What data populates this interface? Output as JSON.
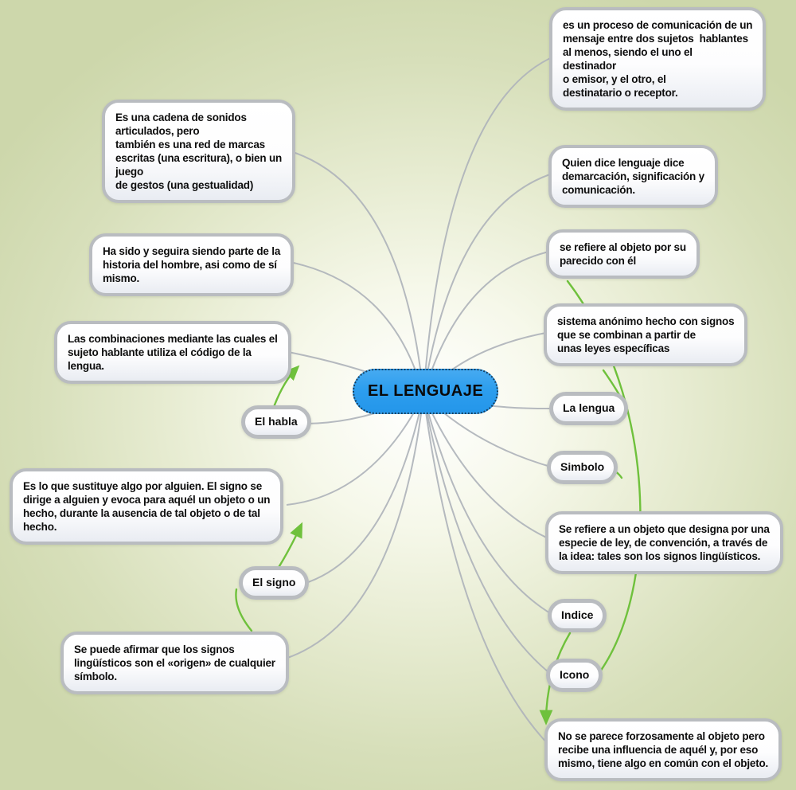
{
  "title": "EL LENGUAJE",
  "center": {
    "label": "EL LENGUAJE"
  },
  "nodes": {
    "left": [
      {
        "id": "def-cadena-sonidos",
        "text": "Es una cadena de sonidos\narticulados, pero\ntambién es una red de marcas\nescritas (una escritura), o bien un\njuego\nde gestos (una gestualidad)"
      },
      {
        "id": "def-historia-hombre",
        "text": "Ha sido y seguira siendo parte de la\nhistoria del hombre, asi como de sí\nmismo."
      },
      {
        "id": "def-combinaciones",
        "text": "Las combinaciones mediante las cuales el\nsujeto hablante utiliza el código de la\nlengua."
      },
      {
        "id": "el-habla",
        "text": "El habla"
      },
      {
        "id": "def-sustituye",
        "text": "Es lo que sustituye algo por alguien. El signo se\ndirige a alguien y evoca para aquél un objeto o un\nhecho, durante la ausencia de tal objeto o de tal\nhecho."
      },
      {
        "id": "el-signo",
        "text": "El signo"
      },
      {
        "id": "def-origen-simbolo",
        "text": "Se puede afirmar que los signos\nlingüísticos son el «origen» de cualquier\nsímbolo."
      }
    ],
    "right": [
      {
        "id": "def-proceso-comunicacion",
        "text": "es un proceso de comunicación de un\nmensaje entre dos sujetos  hablantes\nal menos, siendo el uno el\ndestinador\no emisor, y el otro, el\ndestinatario o receptor."
      },
      {
        "id": "def-demarcacion",
        "text": "Quien dice lenguaje dice\ndemarcación, significación y\ncomunicación."
      },
      {
        "id": "def-parecido-objeto",
        "text": "se refiere al objeto por su\nparecido con él"
      },
      {
        "id": "def-sistema-anonimo",
        "text": "sistema anónimo hecho con signos\nque se combinan a partir de\nunas leyes específicas"
      },
      {
        "id": "la-lengua",
        "text": "La lengua"
      },
      {
        "id": "simbolo",
        "text": "Simbolo"
      },
      {
        "id": "def-ley-convencion",
        "text": "Se refiere a un objeto que designa por una\nespecie de ley, de convención, a través de\nla idea: tales son los signos lingüísticos."
      },
      {
        "id": "indice",
        "text": "Indice"
      },
      {
        "id": "icono",
        "text": "Icono"
      },
      {
        "id": "def-influencia-objeto",
        "text": "No se parece forzosamente al objeto pero\nrecibe una influencia de aquél y, por eso\nmismo, tiene algo en común con el objeto."
      }
    ]
  },
  "edges": {
    "radial_from_center": [
      "def-cadena-sonidos",
      "def-historia-hombre",
      "def-combinaciones",
      "el-habla",
      "def-sustituye",
      "el-signo",
      "def-origen-simbolo",
      "def-proceso-comunicacion",
      "def-demarcacion",
      "def-parecido-objeto",
      "def-sistema-anonimo",
      "la-lengua",
      "simbolo",
      "def-ley-convencion",
      "indice",
      "icono",
      "def-influencia-objeto"
    ],
    "cross_links": [
      {
        "from": "el-habla",
        "to": "def-combinaciones"
      },
      {
        "from": "el-signo",
        "to": "def-sustituye"
      },
      {
        "from": "def-origen-simbolo",
        "to": "el-signo"
      },
      {
        "from": "la-lengua",
        "to": "def-sistema-anonimo"
      },
      {
        "from": "icono",
        "to": "def-parecido-objeto"
      },
      {
        "from": "simbolo",
        "to": "def-ley-convencion"
      },
      {
        "from": "indice",
        "to": "def-influencia-objeto"
      }
    ]
  },
  "colors": {
    "background": "#cdd7ab",
    "center_fill": "#2d9eee",
    "connector_gray": "#aeb3ba",
    "arrow_green": "#6fc13c",
    "node_border": "#b9bcc0",
    "text": "#0d0d0d"
  }
}
